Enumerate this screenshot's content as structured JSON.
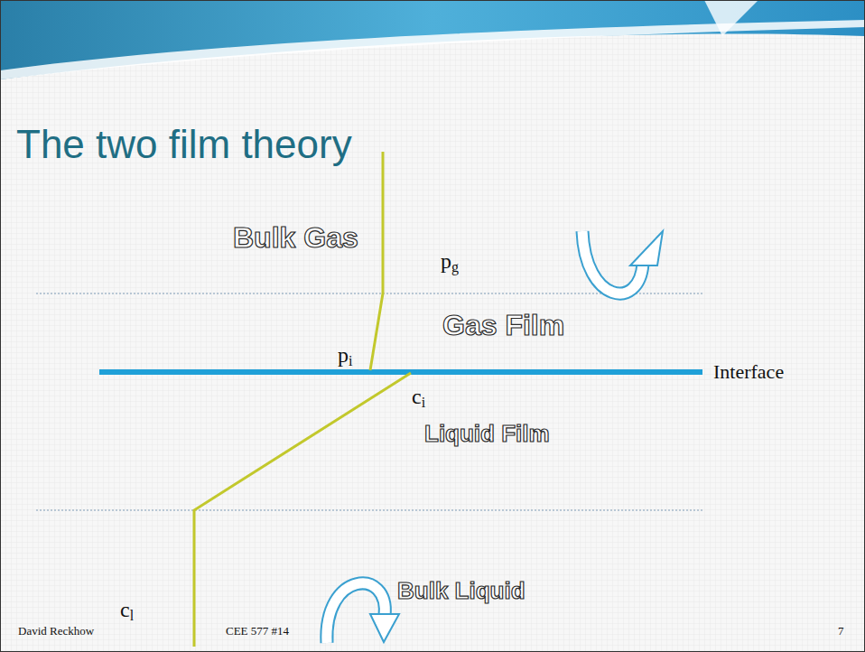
{
  "diagram": {
    "title": "The two film theory",
    "labels": [
      "Bulk Gas",
      "pg",
      "Gas Film",
      "pi",
      "Interface",
      "ci",
      "Liquid Film",
      "Bulk Liquid",
      "cl",
      "David Reckhow",
      "CEE 577 #14",
      "7"
    ]
  }
}
